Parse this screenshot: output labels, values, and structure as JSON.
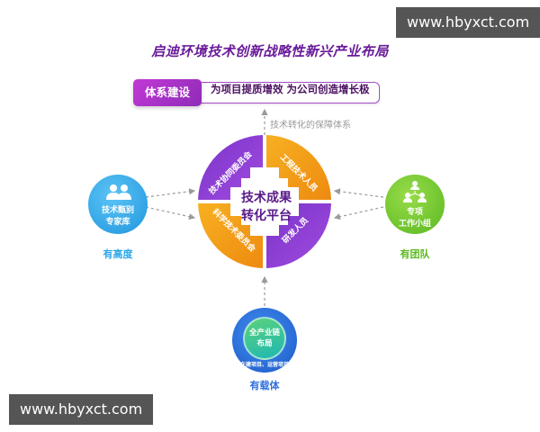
{
  "watermarks": {
    "top_right": "www.hbyxct.com",
    "bottom_left": "www.hbyxct.com"
  },
  "title": "启迪环境技术创新战略性新兴产业布局",
  "banner": {
    "tag": "体系建设",
    "text": "为项目提质增效  为公司创造增长极"
  },
  "guarantee_label": "技术转化的保障体系",
  "center": {
    "title_line1": "技术成果",
    "title_line2": "转化平台",
    "segments": [
      {
        "label": "技术协同委员会",
        "position": "top-left",
        "color": "#8e3fd6"
      },
      {
        "label": "工程技术人员",
        "position": "top-right",
        "color": "#f29a12"
      },
      {
        "label": "研发人员",
        "position": "bottom-right",
        "color": "#8e3fd6"
      },
      {
        "label": "科学技术委员会",
        "position": "bottom-left",
        "color": "#f29a12"
      }
    ]
  },
  "left_node": {
    "line1": "技术甄别",
    "line2": "专家库",
    "caption": "有高度",
    "color": "#2aa6ea"
  },
  "right_node": {
    "line1": "专项",
    "line2": "工作小组",
    "caption": "有团队",
    "color": "#6cc82e"
  },
  "bottom_node": {
    "line1": "全产业链",
    "line2": "布局",
    "ring_text": "在建项目、运营项目",
    "caption": "有载体",
    "color": "#2f6fdc"
  },
  "colors": {
    "purple": "#8e3fd6",
    "orange": "#f29a12",
    "blue": "#2aa6ea",
    "green": "#6cc82e",
    "title": "#6a1b9a"
  }
}
